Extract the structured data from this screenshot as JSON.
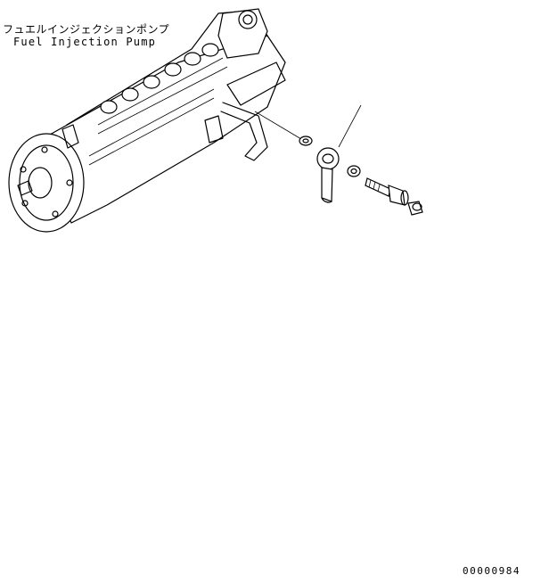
{
  "diagram": {
    "label_japanese": "フュエルインジェクションポンプ",
    "label_english": "Fuel Injection Pump",
    "drawing_number": "00000984"
  },
  "colors": {
    "line": "#000000",
    "background": "#ffffff"
  }
}
